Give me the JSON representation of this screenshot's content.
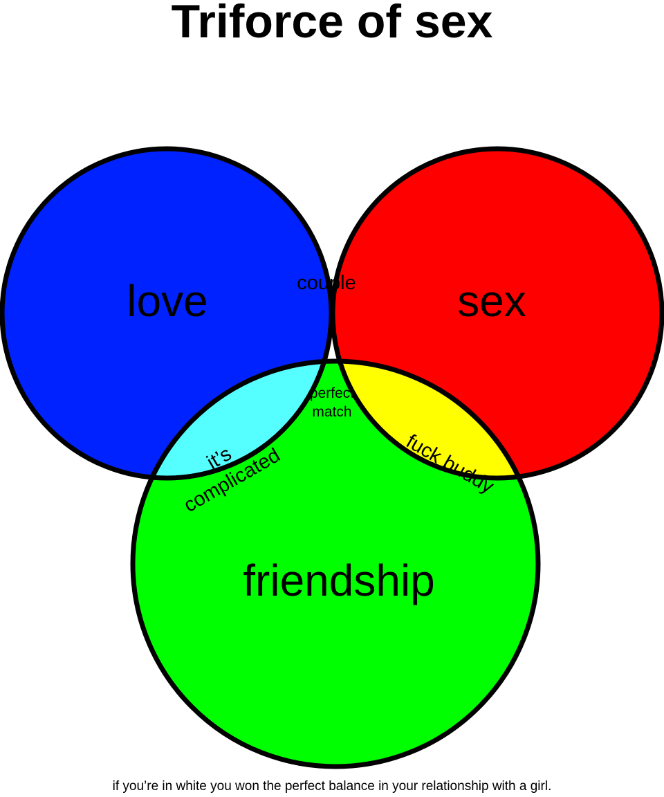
{
  "title": "Triforce of sex",
  "caption": "if you’re in white you won the perfect balance in your relationship with a girl.",
  "colors": {
    "love": "#0022ff",
    "sex": "#ff0000",
    "friendship": "#00ff00",
    "couple": "#ee00ff",
    "its_complicated": "#55ffff",
    "fuck_buddy": "#ffff00",
    "perfect_match": "#ffffff",
    "outline": "#000000"
  },
  "sets": {
    "love": "love",
    "sex": "sex",
    "friendship": "friendship"
  },
  "regions": {
    "couple": "couple",
    "its_complicated_line1": "it’s",
    "its_complicated_line2": "complicated",
    "fuck_buddy": "fuck buddy",
    "perfect_match_line1": "perfect",
    "perfect_match_line2": "match"
  }
}
